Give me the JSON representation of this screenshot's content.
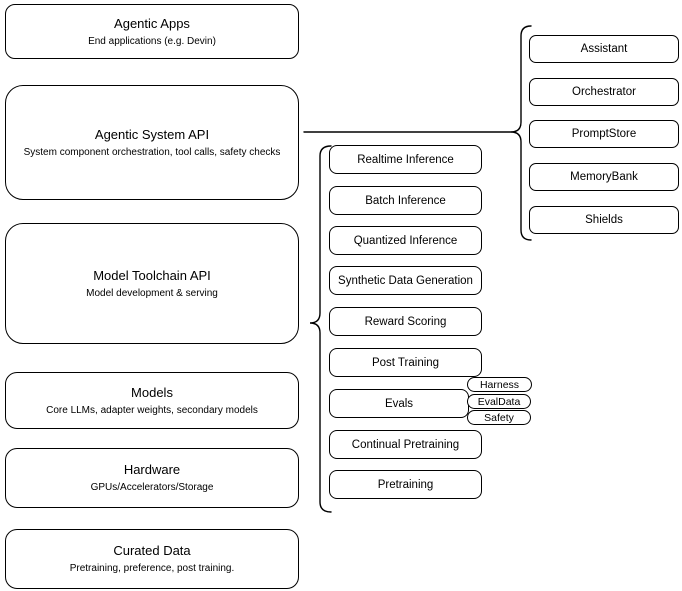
{
  "diagram": {
    "background": "#ffffff",
    "stroke_color": "#000000",
    "left_stack": [
      {
        "title": "Agentic Apps",
        "subtitle": "End applications (e.g. Devin)"
      },
      {
        "title": "Agentic System API",
        "subtitle": "System component orchestration, tool calls, safety checks"
      },
      {
        "title": "Model Toolchain API",
        "subtitle": "Model development & serving"
      },
      {
        "title": "Models",
        "subtitle": "Core LLMs, adapter weights, secondary models"
      },
      {
        "title": "Hardware",
        "subtitle": "GPUs/Accelerators/Storage"
      },
      {
        "title": "Curated Data",
        "subtitle": "Pretraining, preference, post training."
      }
    ],
    "toolchain_services": [
      "Realtime Inference",
      "Batch Inference",
      "Quantized Inference",
      "Synthetic Data Generation",
      "Reward Scoring",
      "Post Training",
      "Evals",
      "Continual Pretraining",
      "Pretraining"
    ],
    "eval_tags": [
      "Harness",
      "EvalData",
      "Safety"
    ],
    "system_components": [
      "Assistant",
      "Orchestrator",
      "PromptStore",
      "MemoryBank",
      "Shields"
    ]
  }
}
